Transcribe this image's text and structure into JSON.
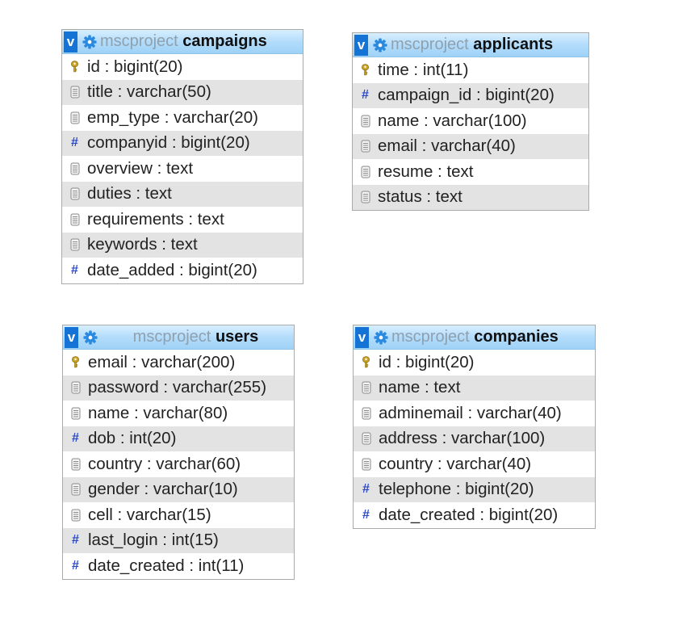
{
  "tables": [
    {
      "id": "campaigns",
      "db": "mscproject",
      "name": "campaigns",
      "align": "left",
      "columns": [
        {
          "label": "id : bigint(20)",
          "icon": "key-icon"
        },
        {
          "label": "title : varchar(50)",
          "icon": "text-column-icon"
        },
        {
          "label": "emp_type : varchar(20)",
          "icon": "text-column-icon"
        },
        {
          "label": "companyid : bigint(20)",
          "icon": "numeric-column-icon"
        },
        {
          "label": "overview : text",
          "icon": "text-column-icon"
        },
        {
          "label": "duties : text",
          "icon": "text-column-icon"
        },
        {
          "label": "requirements : text",
          "icon": "text-column-icon"
        },
        {
          "label": "keywords : text",
          "icon": "text-column-icon"
        },
        {
          "label": "date_added : bigint(20)",
          "icon": "numeric-column-icon"
        }
      ]
    },
    {
      "id": "applicants",
      "db": "mscproject",
      "name": "applicants",
      "align": "left",
      "columns": [
        {
          "label": "time : int(11)",
          "icon": "key-icon"
        },
        {
          "label": "campaign_id : bigint(20)",
          "icon": "numeric-column-icon"
        },
        {
          "label": "name : varchar(100)",
          "icon": "text-column-icon"
        },
        {
          "label": "email : varchar(40)",
          "icon": "text-column-icon"
        },
        {
          "label": "resume : text",
          "icon": "text-column-icon"
        },
        {
          "label": "status : text",
          "icon": "text-column-icon"
        }
      ]
    },
    {
      "id": "users",
      "db": "mscproject",
      "name": "users",
      "align": "center",
      "columns": [
        {
          "label": "email : varchar(200)",
          "icon": "key-icon"
        },
        {
          "label": "password : varchar(255)",
          "icon": "text-column-icon"
        },
        {
          "label": "name : varchar(80)",
          "icon": "text-column-icon"
        },
        {
          "label": "dob : int(20)",
          "icon": "numeric-column-icon"
        },
        {
          "label": "country : varchar(60)",
          "icon": "text-column-icon"
        },
        {
          "label": "gender : varchar(10)",
          "icon": "text-column-icon"
        },
        {
          "label": "cell : varchar(15)",
          "icon": "text-column-icon"
        },
        {
          "label": "last_login : int(15)",
          "icon": "numeric-column-icon"
        },
        {
          "label": "date_created : int(11)",
          "icon": "numeric-column-icon"
        }
      ]
    },
    {
      "id": "companies",
      "db": "mscproject",
      "name": "companies",
      "align": "left",
      "columns": [
        {
          "label": "id : bigint(20)",
          "icon": "key-icon"
        },
        {
          "label": "name : text",
          "icon": "text-column-icon"
        },
        {
          "label": "adminemail : varchar(40)",
          "icon": "text-column-icon"
        },
        {
          "label": "address : varchar(100)",
          "icon": "text-column-icon"
        },
        {
          "label": "country : varchar(40)",
          "icon": "text-column-icon"
        },
        {
          "label": "telephone : bigint(20)",
          "icon": "numeric-column-icon"
        },
        {
          "label": "date_created : bigint(20)",
          "icon": "numeric-column-icon"
        }
      ]
    }
  ],
  "toggle_label": "v",
  "colors": {
    "header_blue": "#b3dcfb",
    "toggle_blue": "#1673d6",
    "gear_blue": "#2a8ae0",
    "row_stripe": "#e3e3e3",
    "hash_blue": "#2a49c7",
    "key_gold": "#c9a227"
  }
}
